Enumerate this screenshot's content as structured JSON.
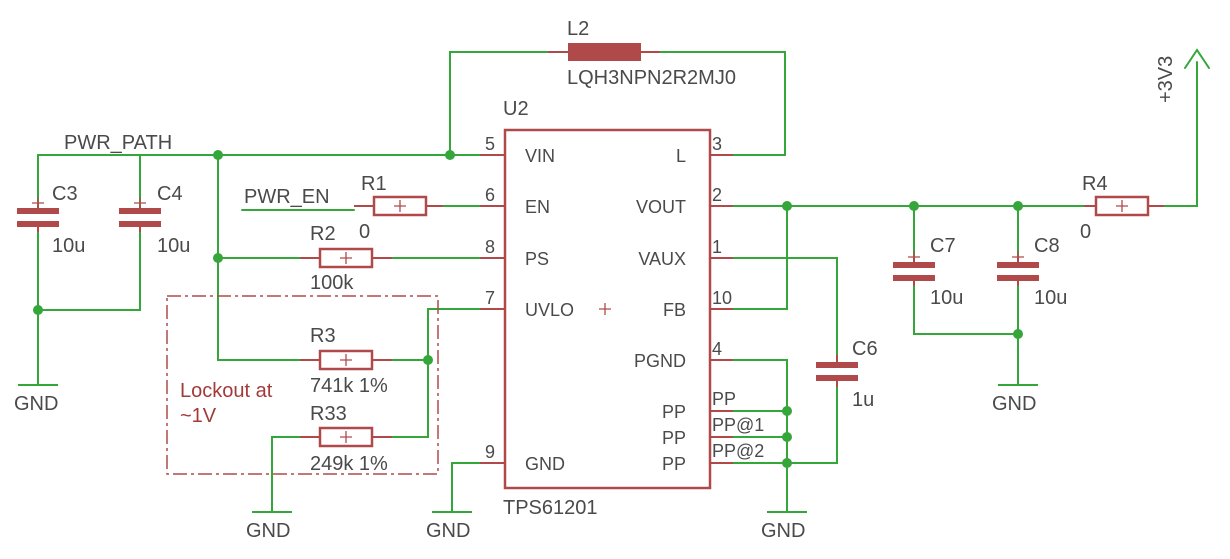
{
  "ic": {
    "name": "U2",
    "value": "TPS61201",
    "pins_left": [
      {
        "num": "5",
        "name": "VIN"
      },
      {
        "num": "6",
        "name": "EN"
      },
      {
        "num": "8",
        "name": "PS"
      },
      {
        "num": "7",
        "name": "UVLO"
      },
      {
        "num": "9",
        "name": "GND"
      }
    ],
    "pins_right": [
      {
        "num": "3",
        "name": "L"
      },
      {
        "num": "2",
        "name": "VOUT"
      },
      {
        "num": "1",
        "name": "VAUX"
      },
      {
        "num": "10",
        "name": "FB"
      },
      {
        "num": "4",
        "name": "PGND"
      },
      {
        "num": "PP",
        "name": "PP"
      },
      {
        "num": "PP@1",
        "name": "PP"
      },
      {
        "num": "PP@2",
        "name": "PP"
      }
    ]
  },
  "inductor": {
    "name": "L2",
    "value": "LQH3NPN2R2MJ0"
  },
  "resistors": {
    "r1": {
      "name": "R1",
      "value": "0"
    },
    "r2": {
      "name": "R2",
      "value": "100k"
    },
    "r3": {
      "name": "R3",
      "value": "741k 1%"
    },
    "r33": {
      "name": "R33",
      "value": "249k 1%"
    },
    "r4": {
      "name": "R4",
      "value": "0"
    }
  },
  "capacitors": {
    "c3": {
      "name": "C3",
      "value": "10u"
    },
    "c4": {
      "name": "C4",
      "value": "10u"
    },
    "c6": {
      "name": "C6",
      "value": "1u"
    },
    "c7": {
      "name": "C7",
      "value": "10u"
    },
    "c8": {
      "name": "C8",
      "value": "10u"
    }
  },
  "nets": {
    "pwr_path": "PWR_PATH",
    "pwr_en": "PWR_EN",
    "supply": "+3V3",
    "ground": "GND"
  },
  "note": {
    "line1": "Lockout at",
    "line2": "~1V"
  }
}
